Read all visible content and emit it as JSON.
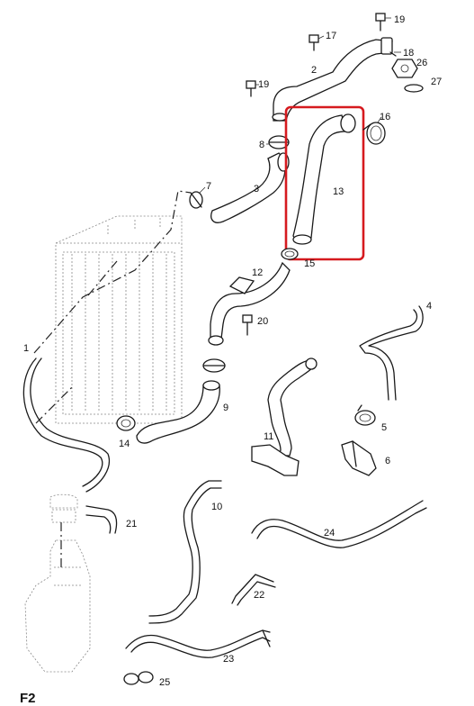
{
  "figure_label": "F2",
  "highlight_color": "#d61a1f",
  "callouts": {
    "c1": "1",
    "c2": "2",
    "c3": "3",
    "c4": "4",
    "c5": "5",
    "c6": "6",
    "c7": "7",
    "c8": "8",
    "c9": "9",
    "c10": "10",
    "c11": "11",
    "c12": "12",
    "c13": "13",
    "c14": "14",
    "c15": "15",
    "c16": "16",
    "c17": "17",
    "c18": "18",
    "c19a": "19",
    "c19b": "19",
    "c20": "20",
    "c21": "21",
    "c22": "22",
    "c23": "23",
    "c24": "24",
    "c25": "25",
    "c26": "26",
    "c27": "27"
  }
}
